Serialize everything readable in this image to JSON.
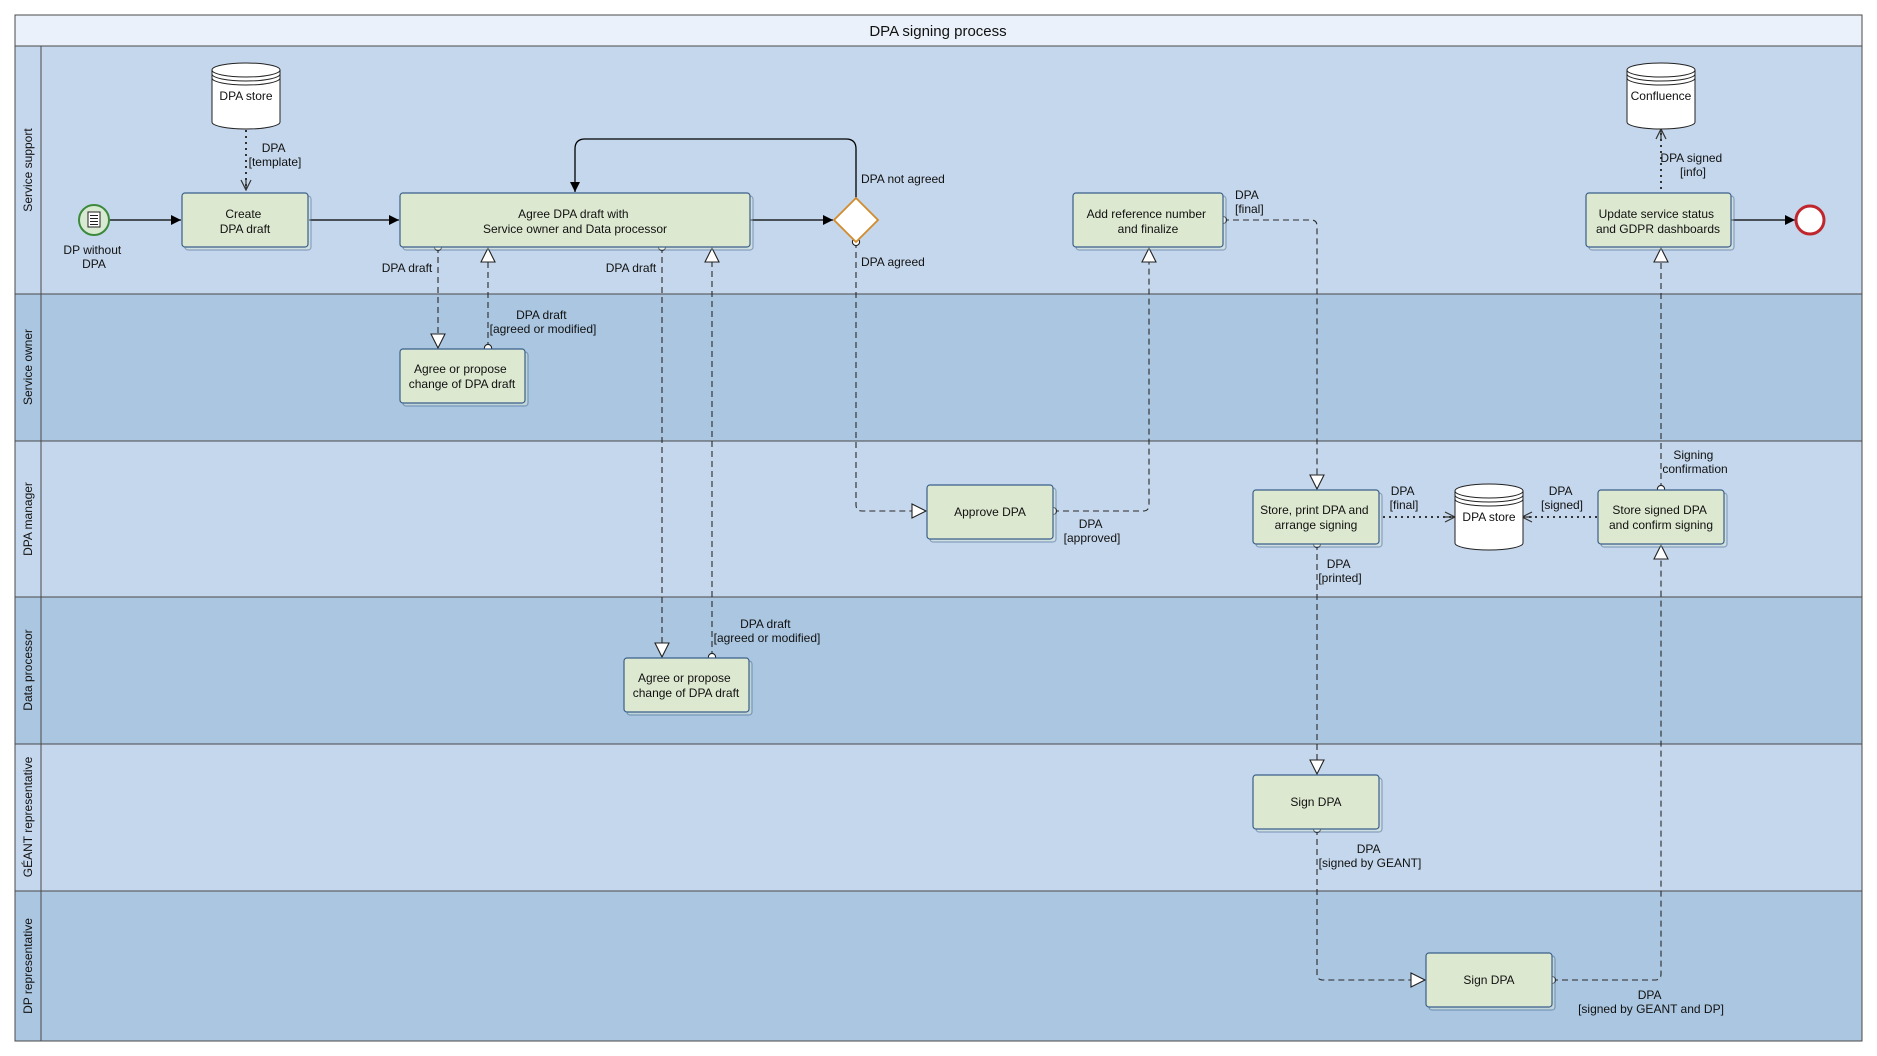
{
  "title": "DPA signing process",
  "lanes": [
    {
      "id": "service_support",
      "label": "Service support"
    },
    {
      "id": "service_owner",
      "label": "Service owner"
    },
    {
      "id": "dpa_manager",
      "label": "DPA manager"
    },
    {
      "id": "data_processor",
      "label": "Data processor"
    },
    {
      "id": "geant_rep",
      "label": "GÉANT representative"
    },
    {
      "id": "dp_rep",
      "label": "DP representative"
    }
  ],
  "events": {
    "start_label": [
      "DP without",
      "DPA"
    ]
  },
  "tasks": {
    "create_draft": [
      "Create",
      "DPA draft"
    ],
    "agree_draft": [
      "Agree DPA draft with",
      "Service owner and Data processor"
    ],
    "owner_agree": [
      "Agree or propose",
      "change of DPA draft"
    ],
    "processor_agree": [
      "Agree or propose",
      "change of DPA draft"
    ],
    "approve": [
      "Approve DPA"
    ],
    "add_reference": [
      "Add reference number",
      "and finalize"
    ],
    "store_print": [
      "Store, print DPA and",
      "arrange signing"
    ],
    "geant_sign": [
      "Sign DPA"
    ],
    "dp_sign": [
      "Sign DPA"
    ],
    "store_signed": [
      "Store signed DPA",
      "and confirm signing"
    ],
    "update_status": [
      "Update service status",
      "and GDPR dashboards"
    ]
  },
  "datastores": {
    "dpa_store_top": "DPA store",
    "confluence": "Confluence",
    "dpa_store_mid": "DPA store"
  },
  "gateway_labels": {
    "not_agreed": "DPA not agreed",
    "agreed": "DPA agreed"
  },
  "edge_labels": {
    "template": [
      "DPA",
      "[template]"
    ],
    "draft_to_owner": [
      "DPA draft"
    ],
    "owner_back": [
      "DPA draft",
      "[agreed or modified]"
    ],
    "draft_to_processor": [
      "DPA draft"
    ],
    "processor_back": [
      "DPA draft",
      "[agreed or modified]"
    ],
    "approved": [
      "DPA",
      "[approved]"
    ],
    "final": [
      "DPA",
      "[final]"
    ],
    "final_store": [
      "DPA",
      "[final]"
    ],
    "signed_store": [
      "DPA",
      "[signed]"
    ],
    "printed": [
      "DPA",
      "[printed]"
    ],
    "signed_geant": [
      "DPA",
      "[signed by GEANT]"
    ],
    "signed_both": [
      "DPA",
      "[signed by GEANT and DP]"
    ],
    "confirmation": [
      "Signing",
      "confirmation"
    ],
    "signed_info": [
      "DPA signed",
      "[info]"
    ]
  },
  "colors": {
    "lane_light": "#c5d7ec",
    "lane_dark": "#aac6e0",
    "task_fill": "#dde8d0",
    "task_border": "#3a5f8a",
    "start_fill": "#d9ead3",
    "start_border": "#3c8a3c",
    "end_border": "#c0262d",
    "gateway_border": "#d28a2a"
  },
  "icons": {
    "start_event": "message-list-icon",
    "end_event": "end-circle-icon",
    "gateway": "exclusive-gateway-icon",
    "datastore": "database-cylinder-icon"
  }
}
